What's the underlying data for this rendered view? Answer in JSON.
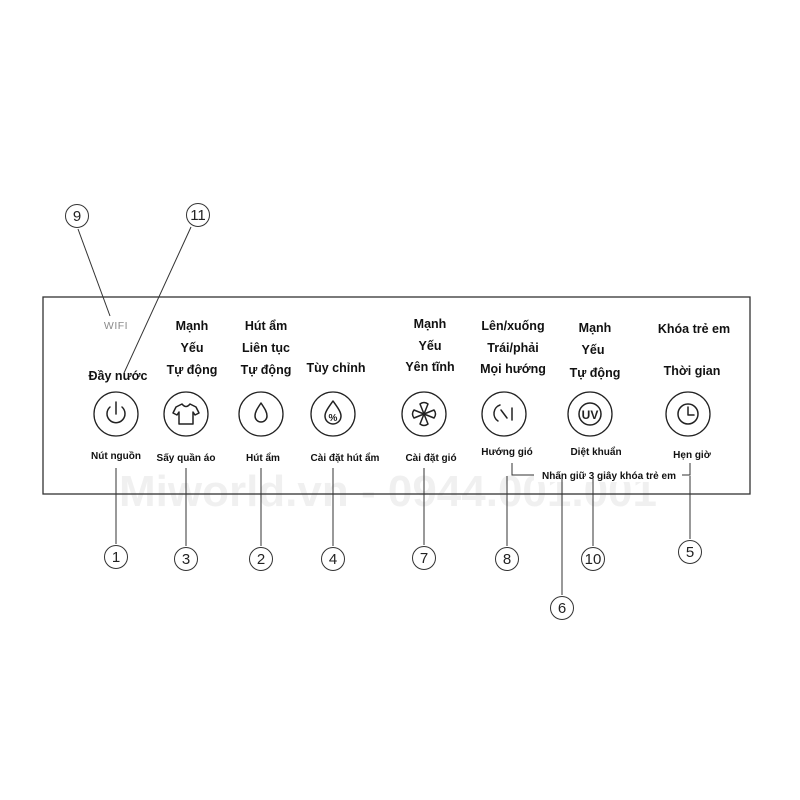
{
  "watermark": "Miworld.vn - 0944.001.001",
  "wifi_label": "WIFI",
  "group_caption": "Nhấn giữ 3 giây khóa trẻ em",
  "buttons": [
    {
      "id": "power",
      "top_labels": [
        "Đầy nước"
      ],
      "bottom_label": "Nút nguồn",
      "callout": "1",
      "icon": "power-icon"
    },
    {
      "id": "clothes",
      "top_labels": [
        "Mạnh",
        "Yếu",
        "Tự động"
      ],
      "bottom_label": "Sấy quần áo",
      "callout": "3",
      "icon": "shirt-icon"
    },
    {
      "id": "dehumidify",
      "top_labels": [
        "Hút ẩm",
        "Liên tục",
        "Tự động"
      ],
      "bottom_label": "Hút ẩm",
      "callout": "2",
      "icon": "water-drop-icon"
    },
    {
      "id": "humidity",
      "top_labels": [
        "Tùy chỉnh"
      ],
      "bottom_label": "Cài đặt hút ẩm",
      "callout": "4",
      "icon": "humidity-percent-icon"
    },
    {
      "id": "fan",
      "top_labels": [
        "Mạnh",
        "Yếu",
        "Yên tĩnh"
      ],
      "bottom_label": "Cài đặt gió",
      "callout": "7",
      "icon": "fan-icon"
    },
    {
      "id": "swing",
      "top_labels": [
        "Lên/xuống",
        "Trái/phải",
        "Mọi hướng"
      ],
      "bottom_label": "Hướng gió",
      "callout": "8",
      "icon": "swing-icon"
    },
    {
      "id": "uv",
      "top_labels": [
        "Mạnh",
        "Yếu",
        "Tự động"
      ],
      "bottom_label": "Diệt khuẩn",
      "callout": "10",
      "icon": "uv-icon"
    },
    {
      "id": "timer",
      "top_labels": [
        "Khóa trẻ em",
        "Thời gian"
      ],
      "bottom_label": "Hẹn giờ",
      "callout": "5",
      "icon": "clock-icon"
    }
  ],
  "callouts": {
    "wifi": "9",
    "full_water": "11",
    "child_lock": "6"
  },
  "icon_text": {
    "humidity": "%",
    "uv": "UV"
  }
}
